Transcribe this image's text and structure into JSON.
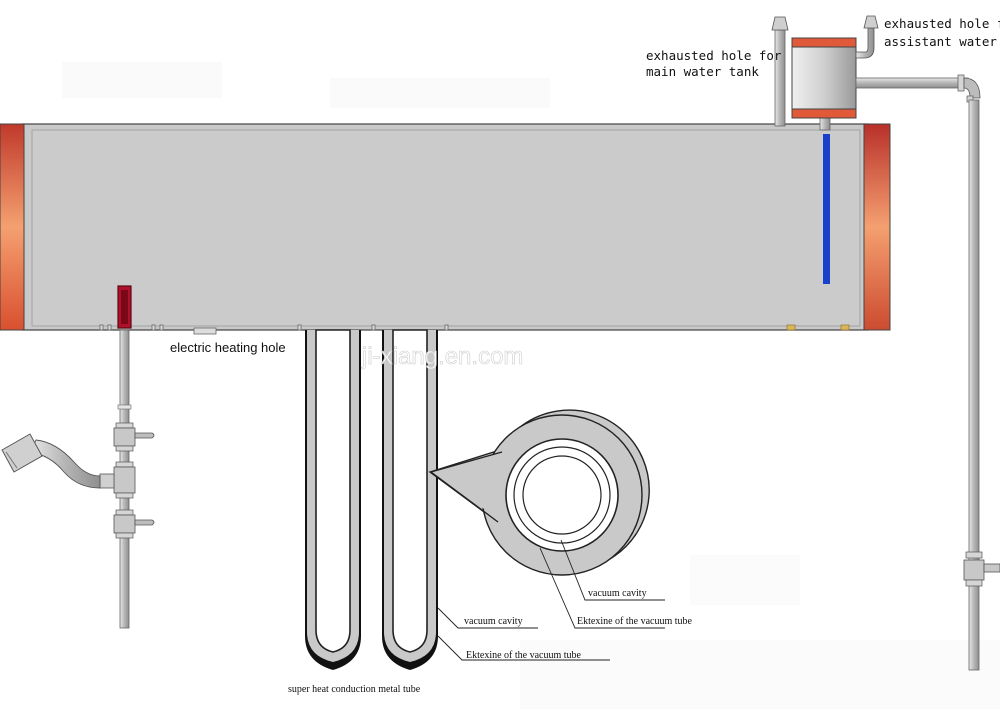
{
  "labels": {
    "exhaust_main": [
      "exhausted hole for",
      "main water tank"
    ],
    "exhaust_assistant": [
      "exhausted hole for",
      "assistant water tank"
    ],
    "electric_heating": "electric heating hole",
    "vacuum_cavity_tube": "vacuum cavity",
    "ektexine_tube": "Ektexine of the vacuum tube",
    "vacuum_cavity_zoom": "vacuum cavity",
    "ektexine_zoom": "Ektexine of the vacuum tube",
    "metal_tube": "super heat conduction metal tube"
  },
  "watermark": "ji-xiang.en.com",
  "colors": {
    "tank_body": "#c9c9c9",
    "tank_outline": "#444444",
    "end_cap_inner": "#f4a070",
    "end_cap_outer": "#c0392b",
    "level_indicator": "#1a3fc8",
    "heater_indicator": "#b0102a",
    "pipe": "#bdbdbd"
  }
}
